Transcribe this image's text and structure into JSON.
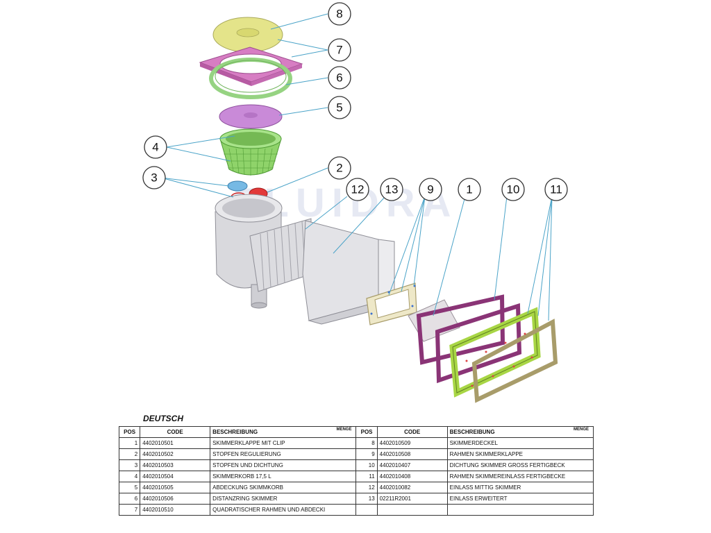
{
  "watermark": "FLUIDRA",
  "callouts": [
    "8",
    "7",
    "6",
    "5",
    "4",
    "3",
    "2",
    "12",
    "13",
    "9",
    "1",
    "10",
    "11"
  ],
  "section_title": "DEUTSCH",
  "table": {
    "headers": {
      "pos": "POS",
      "code": "CODE",
      "desc": "BESCHREIBUNG",
      "menge": "MENGE"
    },
    "left_rows": [
      {
        "pos": "1",
        "code": "4402010501",
        "desc": "SKIMMERKLAPPE MIT CLIP"
      },
      {
        "pos": "2",
        "code": "4402010502",
        "desc": "STOPFEN REGULIERUNG"
      },
      {
        "pos": "3",
        "code": "4402010503",
        "desc": "STOPFEN UND DICHTUNG"
      },
      {
        "pos": "4",
        "code": "4402010504",
        "desc": "SKIMMERKORB 17,5 L"
      },
      {
        "pos": "5",
        "code": "4402010505",
        "desc": "ABDECKUNG SKIMMKORB"
      },
      {
        "pos": "6",
        "code": "4402010506",
        "desc": "DISTANZRING SKIMMER"
      },
      {
        "pos": "7",
        "code": "4402010510",
        "desc": "QUADRATISCHER RAHMEN UND ABDECKI"
      }
    ],
    "right_rows": [
      {
        "pos": "8",
        "code": "4402010509",
        "desc": "SKIMMERDECKEL"
      },
      {
        "pos": "9",
        "code": "4402010508",
        "desc": "RAHMEN SKIMMERKLAPPE"
      },
      {
        "pos": "10",
        "code": "4402010407",
        "desc": "DICHTUNG SKIMMER GROSS FERTIGBECK"
      },
      {
        "pos": "11",
        "code": "4402010408",
        "desc": "RAHMEN SKIMMEREINLASS FERTIGBECKE"
      },
      {
        "pos": "12",
        "code": "4402010082",
        "desc": "EINLASS MITTIG SKIMMER"
      },
      {
        "pos": "13",
        "code": "02211R2001",
        "desc": "EINLASS ERWEITERT"
      },
      {
        "pos": "",
        "code": "",
        "desc": ""
      }
    ]
  }
}
